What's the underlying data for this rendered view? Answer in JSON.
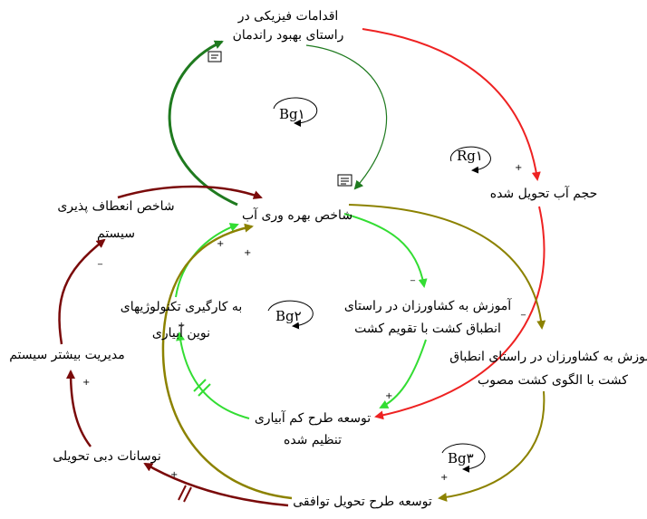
{
  "nodes": {
    "physical_actions_l1": "اقدامات فیزیکی در",
    "physical_actions_l2": "راستای بهبود راندمان",
    "delivered_water": "حجم آب تحویل شده",
    "water_productivity": "شاخص بهره وری آب",
    "resilience_l1": "شاخص انعطاف پذیری",
    "resilience_l2": "سیستم",
    "training_calendar_l1": "آموزش به کشاورزان در راستای",
    "training_calendar_l2": "انطباق کشت با تقویم کشت",
    "training_pattern_l1": "آموزش به کشاورزان در راستای انطباق",
    "training_pattern_l2": "کشت با الگوی کشت مصوب",
    "new_tech_l1": "به کارگیری تکنولوژیهای",
    "new_tech_l2": "نوین آبیاری",
    "system_management": "مدیریت بیشتر سیستم",
    "deficit_irrigation_l1": "توسعه طرح کم آبیاری",
    "deficit_irrigation_l2": "تنظیم شده",
    "flow_fluctuations": "نوسانات دبی تحویلی",
    "agreed_delivery": "توسعه طرح تحویل توافقی"
  },
  "loops": {
    "rg1": "Rg۱",
    "bg1": "Bg۱",
    "bg2": "Bg۲",
    "bg3": "Bg۳"
  },
  "polarity": {
    "plus": "+",
    "minus": "_"
  },
  "colors": {
    "red": "#ee2222",
    "dark_green": "#1f7a1f",
    "bright_green": "#33dd33",
    "olive": "#8c8200",
    "maroon": "#7a0a0a"
  }
}
